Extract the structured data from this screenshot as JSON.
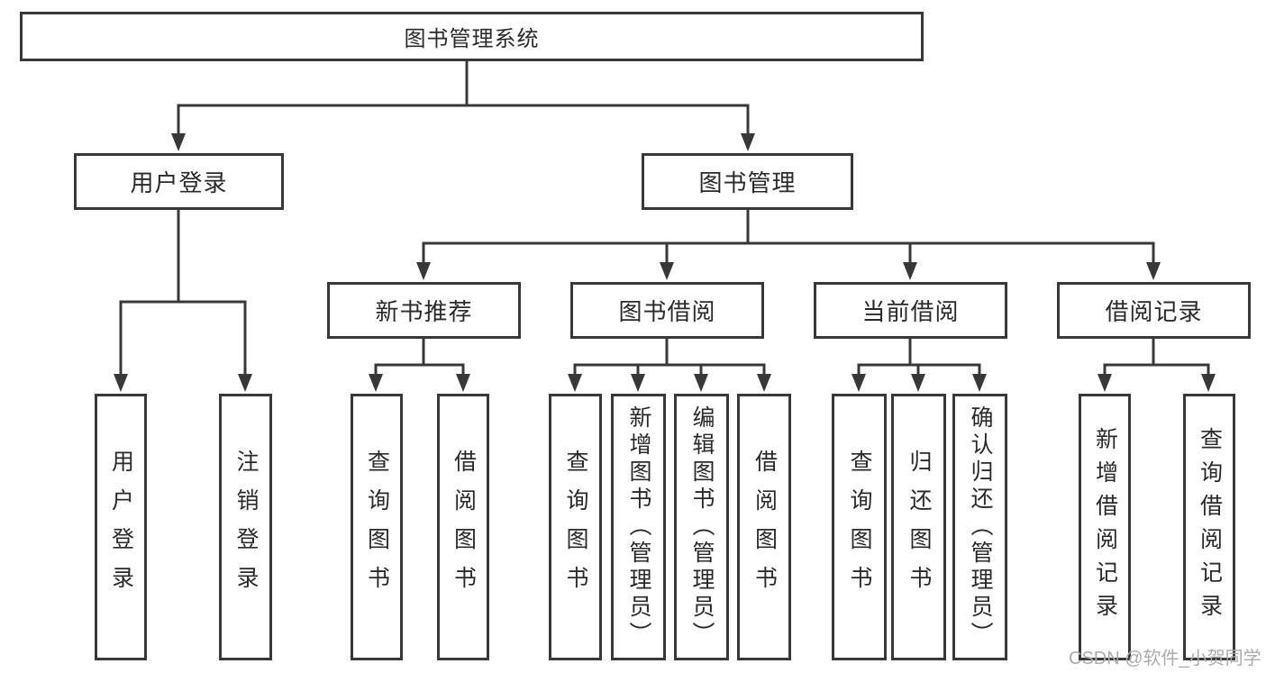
{
  "diagram": {
    "root": "图书管理系统",
    "user_branch": {
      "label": "用户登录",
      "children": [
        "用户登录",
        "注销登录"
      ]
    },
    "book_branch": {
      "label": "图书管理",
      "groups": [
        {
          "label": "新书推荐",
          "children": [
            "查询图书",
            "借阅图书"
          ]
        },
        {
          "label": "图书借阅",
          "children": [
            "查询图书",
            "新增图书（管理员）",
            "编辑图书（管理员）",
            "借阅图书"
          ]
        },
        {
          "label": "当前借阅",
          "children": [
            "查询图书",
            "归还图书",
            "确认归还（管理员）"
          ]
        },
        {
          "label": "借阅记录",
          "children": [
            "新增借阅记录",
            "查询借阅记录"
          ]
        }
      ]
    }
  },
  "watermark": "CSDN @软件_小贺同学",
  "colors": {
    "line": "#383838",
    "box_border": "#383838",
    "text": "#2a2a2a",
    "watermark_text": "#ababab",
    "background": "#ffffff"
  }
}
